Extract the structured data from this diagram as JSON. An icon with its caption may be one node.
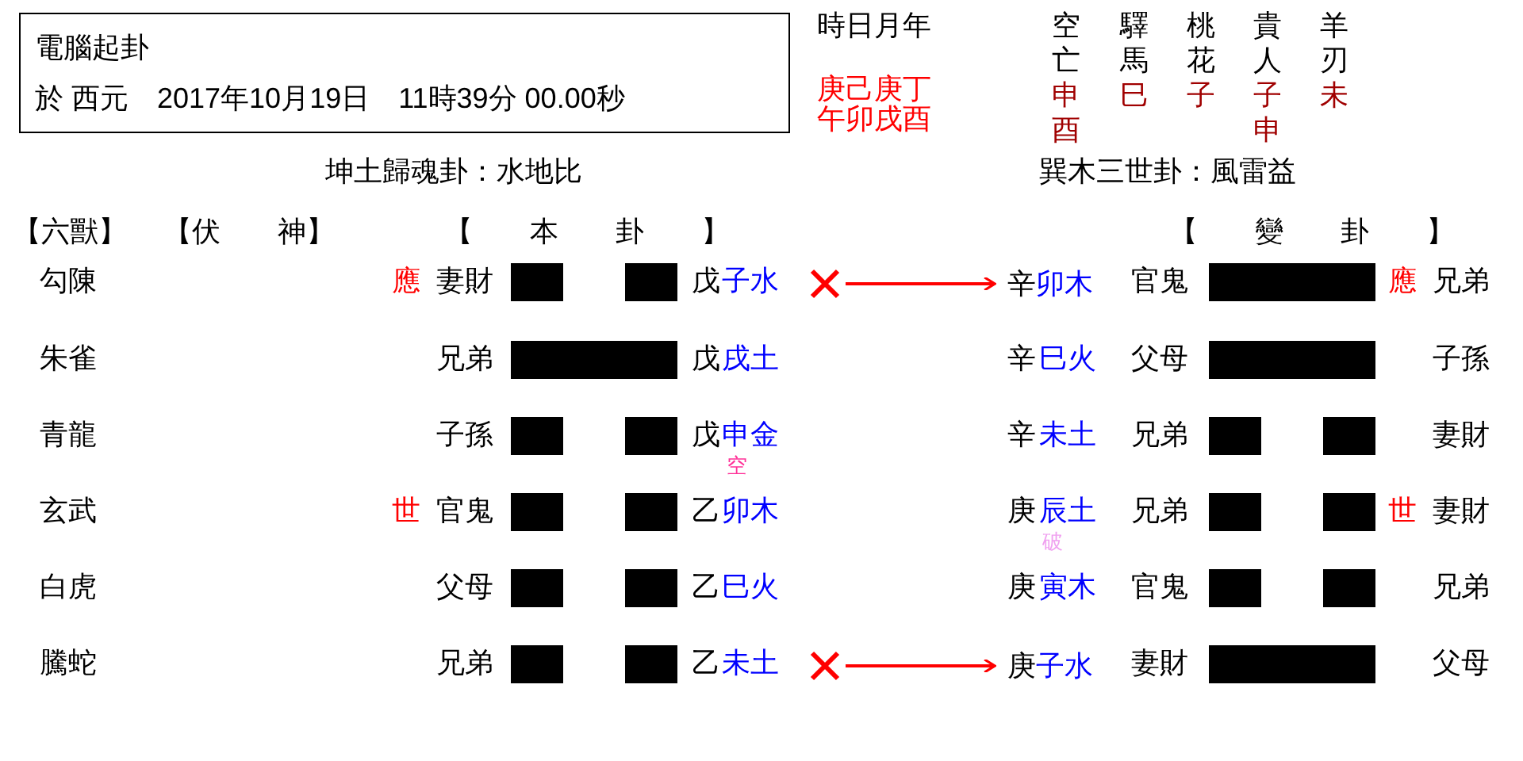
{
  "diagram": {
    "nodes": [
      {
        "text": [
          "電腦起卦",
          "於 西元　2017年10月19日　11時39分 00.00秒"
        ]
      },
      {
        "text": [],
        "shape": "cross"
      },
      {
        "text": [
          "辛",
          "卯木"
        ]
      },
      {
        "text": [],
        "shape": "cross"
      },
      {
        "text": [
          "庚",
          "子水"
        ]
      }
    ],
    "edges": [
      {
        "from": 1,
        "to": 2,
        "arrow": "to",
        "color": "#ff0000"
      },
      {
        "from": 3,
        "to": 4,
        "arrow": "to",
        "color": "#ff0000"
      }
    ],
    "labels": [
      "時日月年",
      "庚己庚丁",
      "午卯戌酉",
      "空",
      "驛",
      "桃",
      "貴",
      "羊",
      "亡",
      "馬",
      "花",
      "人",
      "刃",
      "申",
      "巳",
      "子",
      "子",
      "未",
      "酉",
      "申",
      "坤土歸魂卦：水地比",
      "巽木三世卦：風雷益",
      "【六獸】",
      "【伏　　神】",
      "【　　本　　卦　　】",
      "【　　變　　卦　　】",
      "勾陳",
      "應",
      "妻財",
      "戊",
      "子水",
      "官鬼",
      "應",
      "兄弟",
      "朱雀",
      "兄弟",
      "戊",
      "戌土",
      "辛",
      "巳火",
      "父母",
      "子孫",
      "青龍",
      "子孫",
      "戊",
      "申金",
      "辛",
      "未土",
      "兄弟",
      "妻財",
      "空",
      "玄武",
      "世",
      "官鬼",
      "乙",
      "卯木",
      "庚",
      "辰土",
      "兄弟",
      "世",
      "妻財",
      "破",
      "白虎",
      "父母",
      "乙",
      "巳火",
      "庚",
      "寅木",
      "官鬼",
      "兄弟",
      "騰蛇",
      "兄弟",
      "乙",
      "未土",
      "妻財",
      "父母"
    ]
  }
}
